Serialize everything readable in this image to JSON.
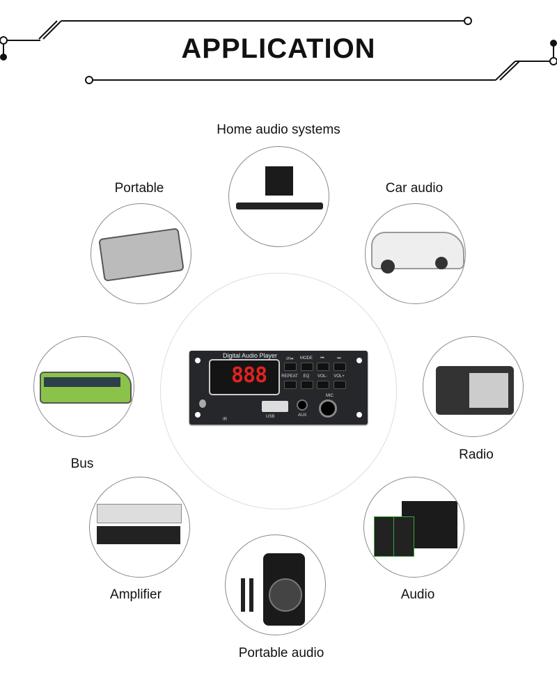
{
  "header": {
    "title": "APPLICATION"
  },
  "applications": [
    {
      "label": "Home audio systems"
    },
    {
      "label": "Portable"
    },
    {
      "label": "Car audio"
    },
    {
      "label": "Bus"
    },
    {
      "label": "Radio"
    },
    {
      "label": "Amplifier"
    },
    {
      "label": "Audio"
    },
    {
      "label": "Portable audio"
    }
  ],
  "module": {
    "title": "Digital Audio Player",
    "display": "888",
    "buttons": [
      "↺/⏯",
      "MODE",
      "⏮",
      "⏭",
      "REPEAT",
      "EQ",
      "VOL-",
      "VOL+"
    ],
    "ports": {
      "usb": "USB",
      "aux": "AUX",
      "mic": "MIC",
      "ir": "IR"
    }
  }
}
